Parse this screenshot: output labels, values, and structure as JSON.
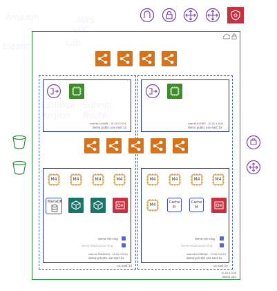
{
  "ghost_text": [
    "AWS",
    "VPC",
    "Lab",
    "Amazon",
    "Elastic",
    "Lambda",
    "Region",
    "Subnet",
    "Route"
  ],
  "vpc": {
    "cidr": "10.20.0.0/16",
    "name": "demo vpc"
  },
  "public_subnets": [
    {
      "id": "subnet-1a3e98 - 10.20.0.0/24",
      "name": "demo public use east 1a"
    },
    {
      "id": "subnet-b21f63 - 10.20.1.0/24",
      "name": "demo public use east 1a"
    }
  ],
  "private_subnets": [
    {
      "chips": [
        "M4",
        "M4",
        "M4",
        "M4"
      ],
      "lower": {
        "db": "MariaDB"
      },
      "rds_label": "demo-rds-sing",
      "cache_label": "demo-elasticache-sing",
      "id": "subnet-76b4e9d4 - 10.20.3.0/24",
      "name": "demo-private use east 1a",
      "az": "us east 1d"
    },
    {
      "chips": [
        "M4",
        "M4",
        "M4",
        "M4"
      ],
      "lower": {
        "chip": "M4",
        "cache_r": "Cache",
        "cache_r_sub": "R",
        "cache_m": "Cache",
        "cache_m_sub": "M"
      },
      "rds_label": "demo-rds-sing",
      "cache_label": "demo-elasticache-sing",
      "id": "subnet-b3769de2 - 10.20.4.0/24",
      "name": "demo-private use east 1a",
      "az": "us east 1e"
    }
  ],
  "colors": {
    "orange": "#d4731a",
    "green": "#3f8d2a",
    "teal": "#1b7468",
    "red": "#c7313f",
    "purple": "#7b3fa8",
    "navy": "#1a2f8a",
    "dark_green": "#2a8a3e",
    "bucket": "#2a8a3e"
  },
  "icons": {
    "top_right": [
      "vpc-endpoint-icon",
      "lock-icon",
      "move-arrows-icon",
      "move-arrows-icon",
      "shield-icon"
    ],
    "right_side": [
      "s3-gateway-icon",
      "router-icon"
    ],
    "left_side": [
      "s3-bucket-icon",
      "s3-bucket-icon"
    ]
  }
}
